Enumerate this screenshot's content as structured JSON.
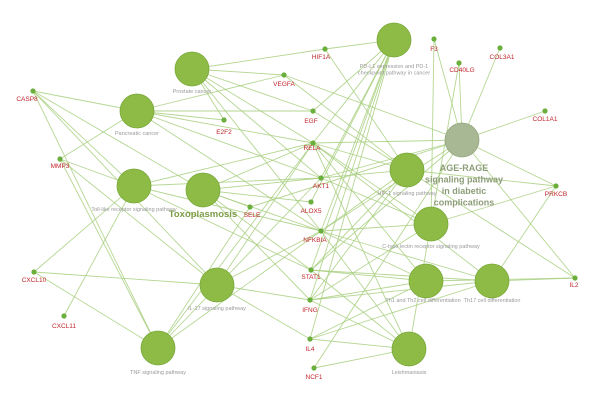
{
  "network": {
    "colors": {
      "edge": "#a9cf80",
      "pathway_node": "#8dbb46",
      "highlight_node": "#a8b894",
      "gene_node": "#6aae3c",
      "gene_label": "#c0262d",
      "pathway_label": "#9a9a9a"
    },
    "pathways": [
      {
        "id": "pd1",
        "label": "PD-L1 expression and PD-1 checkpoint pathway in cancer"
      },
      {
        "id": "prostate",
        "label": "Prostate cancer"
      },
      {
        "id": "pancreatic",
        "label": "Pancreatic cancer"
      },
      {
        "id": "tlr",
        "label": "Toll-like receptor signaling pathway"
      },
      {
        "id": "toxo",
        "label": "Toxoplasmosis"
      },
      {
        "id": "agerage",
        "label": "AGE-RAGE signaling pathway in diabetic complications"
      },
      {
        "id": "hif1",
        "label": "HIF-1 signaling pathway"
      },
      {
        "id": "ctype",
        "label": "C-type lectin receptor signaling pathway"
      },
      {
        "id": "il17",
        "label": "IL-17 signaling pathway"
      },
      {
        "id": "th1th2",
        "label": "Th1 and Th2 cell differentiation"
      },
      {
        "id": "th17",
        "label": "Th17 cell differentiation"
      },
      {
        "id": "tnf",
        "label": "TNF signaling pathway"
      },
      {
        "id": "leish",
        "label": "Leishmaniasis"
      }
    ],
    "genes": [
      {
        "id": "HIF1A",
        "label": "HIF1A"
      },
      {
        "id": "F3",
        "label": "F3"
      },
      {
        "id": "CD40LG",
        "label": "CD40LG"
      },
      {
        "id": "COL3A1",
        "label": "COL3A1"
      },
      {
        "id": "COL1A1",
        "label": "COL1A1"
      },
      {
        "id": "VEGFA",
        "label": "VEGFA"
      },
      {
        "id": "EGF",
        "label": "EGF"
      },
      {
        "id": "E2F2",
        "label": "E2F2"
      },
      {
        "id": "RELA",
        "label": "RELA"
      },
      {
        "id": "CASP8",
        "label": "CASP8"
      },
      {
        "id": "MMP3",
        "label": "MMP3"
      },
      {
        "id": "AKT1",
        "label": "AKT1"
      },
      {
        "id": "SELE",
        "label": "SELE"
      },
      {
        "id": "ALOX5",
        "label": "ALOX5"
      },
      {
        "id": "NFKBIA",
        "label": "NFKBIA"
      },
      {
        "id": "PRKCB",
        "label": "PRKCB"
      },
      {
        "id": "STAT1",
        "label": "STAT1"
      },
      {
        "id": "CXCL10",
        "label": "CXCL10"
      },
      {
        "id": "CXCL11",
        "label": "CXCL11"
      },
      {
        "id": "IFNG",
        "label": "IFNG"
      },
      {
        "id": "IL2",
        "label": "IL2"
      },
      {
        "id": "IL4",
        "label": "IL4"
      },
      {
        "id": "NCF1",
        "label": "NCF1"
      }
    ],
    "edges": [
      [
        "HIF1A",
        "pd1"
      ],
      [
        "HIF1A",
        "hif1"
      ],
      [
        "HIF1A",
        "prostate"
      ],
      [
        "F3",
        "agerage"
      ],
      [
        "CD40LG",
        "agerage"
      ],
      [
        "COL3A1",
        "agerage"
      ],
      [
        "COL1A1",
        "agerage"
      ],
      [
        "CD40LG",
        "leish"
      ],
      [
        "F3",
        "ctype"
      ],
      [
        "VEGFA",
        "prostate"
      ],
      [
        "VEGFA",
        "pancreatic"
      ],
      [
        "VEGFA",
        "hif1"
      ],
      [
        "VEGFA",
        "agerage"
      ],
      [
        "EGF",
        "prostate"
      ],
      [
        "EGF",
        "pancreatic"
      ],
      [
        "EGF",
        "hif1"
      ],
      [
        "EGF",
        "pd1"
      ],
      [
        "E2F2",
        "prostate"
      ],
      [
        "E2F2",
        "pancreatic"
      ],
      [
        "RELA",
        "prostate"
      ],
      [
        "RELA",
        "pancreatic"
      ],
      [
        "RELA",
        "tlr"
      ],
      [
        "RELA",
        "toxo"
      ],
      [
        "RELA",
        "agerage"
      ],
      [
        "RELA",
        "hif1"
      ],
      [
        "RELA",
        "ctype"
      ],
      [
        "RELA",
        "il17"
      ],
      [
        "RELA",
        "th1th2"
      ],
      [
        "RELA",
        "th17"
      ],
      [
        "RELA",
        "tnf"
      ],
      [
        "RELA",
        "leish"
      ],
      [
        "RELA",
        "pd1"
      ],
      [
        "CASP8",
        "pancreatic"
      ],
      [
        "CASP8",
        "tlr"
      ],
      [
        "CASP8",
        "toxo"
      ],
      [
        "CASP8",
        "il17"
      ],
      [
        "CASP8",
        "tnf"
      ],
      [
        "MMP3",
        "pancreatic"
      ],
      [
        "MMP3",
        "il17"
      ],
      [
        "MMP3",
        "tnf"
      ],
      [
        "MMP3",
        "tlr"
      ],
      [
        "AKT1",
        "prostate"
      ],
      [
        "AKT1",
        "pancreatic"
      ],
      [
        "AKT1",
        "tlr"
      ],
      [
        "AKT1",
        "toxo"
      ],
      [
        "AKT1",
        "agerage"
      ],
      [
        "AKT1",
        "hif1"
      ],
      [
        "AKT1",
        "ctype"
      ],
      [
        "AKT1",
        "tnf"
      ],
      [
        "AKT1",
        "pd1"
      ],
      [
        "SELE",
        "agerage"
      ],
      [
        "SELE",
        "tnf"
      ],
      [
        "SELE",
        "toxo"
      ],
      [
        "ALOX5",
        "toxo"
      ],
      [
        "ALOX5",
        "pd1"
      ],
      [
        "NFKBIA",
        "prostate"
      ],
      [
        "NFKBIA",
        "pancreatic"
      ],
      [
        "NFKBIA",
        "tlr"
      ],
      [
        "NFKBIA",
        "toxo"
      ],
      [
        "NFKBIA",
        "agerage"
      ],
      [
        "NFKBIA",
        "hif1"
      ],
      [
        "NFKBIA",
        "ctype"
      ],
      [
        "NFKBIA",
        "il17"
      ],
      [
        "NFKBIA",
        "th1th2"
      ],
      [
        "NFKBIA",
        "th17"
      ],
      [
        "NFKBIA",
        "tnf"
      ],
      [
        "NFKBIA",
        "leish"
      ],
      [
        "NFKBIA",
        "pd1"
      ],
      [
        "PRKCB",
        "agerage"
      ],
      [
        "PRKCB",
        "hif1"
      ],
      [
        "PRKCB",
        "th17"
      ],
      [
        "PRKCB",
        "ctype"
      ],
      [
        "STAT1",
        "toxo"
      ],
      [
        "STAT1",
        "agerage"
      ],
      [
        "STAT1",
        "hif1"
      ],
      [
        "STAT1",
        "th1th2"
      ],
      [
        "STAT1",
        "th17"
      ],
      [
        "STAT1",
        "leish"
      ],
      [
        "STAT1",
        "pd1"
      ],
      [
        "STAT1",
        "tlr"
      ],
      [
        "CXCL10",
        "tlr"
      ],
      [
        "CXCL10",
        "il17"
      ],
      [
        "CXCL10",
        "tnf"
      ],
      [
        "CXCL11",
        "tlr"
      ],
      [
        "IFNG",
        "hif1"
      ],
      [
        "IFNG",
        "ctype"
      ],
      [
        "IFNG",
        "th1th2"
      ],
      [
        "IFNG",
        "th17"
      ],
      [
        "IFNG",
        "il17"
      ],
      [
        "IFNG",
        "leish"
      ],
      [
        "IFNG",
        "toxo"
      ],
      [
        "IFNG",
        "pd1"
      ],
      [
        "IL2",
        "th1th2"
      ],
      [
        "IL2",
        "th17"
      ],
      [
        "IL2",
        "hif1"
      ],
      [
        "IL2",
        "agerage"
      ],
      [
        "IL4",
        "th1th2"
      ],
      [
        "IL4",
        "th17"
      ],
      [
        "IL4",
        "il17"
      ],
      [
        "IL4",
        "leish"
      ],
      [
        "IL4",
        "pd1"
      ],
      [
        "NCF1",
        "leish"
      ],
      [
        "NCF1",
        "agerage"
      ]
    ]
  }
}
